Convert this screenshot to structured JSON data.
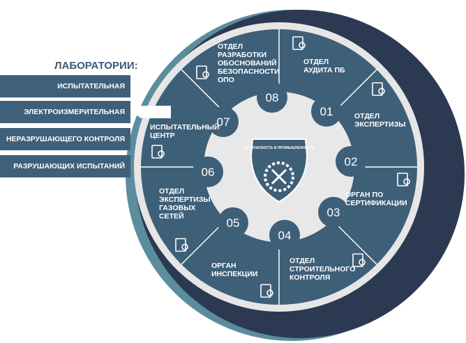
{
  "labs": {
    "title": "ЛАБОРАТОРИИ:",
    "items": [
      "ИСПЫТАТЕЛЬНАЯ",
      "ЭЛЕКТРОИЗМЕРИТЕЛЬНАЯ",
      "НЕРАЗРУШАЮЩЕГО КОНТРОЛЯ",
      "РАЗРУШАЮЩИХ ИСПЫТАНИЙ"
    ],
    "selected": "ЭЛЕКТРОИЗМЕРИТЕЛЬНАЯ"
  },
  "logo": {
    "text": "БЕЗОПАСНОСТЬ В ПРОМЫШЛЕННОСТИ"
  },
  "segments": [
    {
      "number": "01",
      "lines": [
        "ОТДЕЛ",
        "АУДИТА ПБ"
      ],
      "icon": "magnifier-document-icon"
    },
    {
      "number": "02",
      "lines": [
        "ОТДЕЛ",
        "ЭКСПЕРТИЗЫ"
      ],
      "icon": "magnifier-check-icon"
    },
    {
      "number": "03",
      "lines": [
        "ОРГАН ПО",
        "СЕРТИФИКАЦИИ"
      ],
      "icon": "certificate-icon"
    },
    {
      "number": "04",
      "lines": [
        "ОТДЕЛ",
        "СТРОИТЕЛЬНОГО",
        "КОНТРОЛЯ"
      ],
      "icon": "house-icon"
    },
    {
      "number": "05",
      "lines": [
        "ОРГАН",
        "ИНСПЕКЦИИ"
      ],
      "icon": "document-icon"
    },
    {
      "number": "06",
      "lines": [
        "ОТДЕЛ",
        "ЭКСПЕРТИЗЫ",
        "ГАЗОВЫХ",
        "СЕТЕЙ"
      ],
      "icon": "flame-icon"
    },
    {
      "number": "07",
      "lines": [
        "ИСПЫТАТЕЛЬНЫЙ",
        "ЦЕНТР"
      ],
      "icon": "tools-icon"
    },
    {
      "number": "08",
      "lines": [
        "ОТДЕЛ",
        "РАЗРАБОТКИ",
        "ОБОСНОВАНИЙ",
        "БЕЗОПАСНОСТИ",
        "ОПО"
      ],
      "icon": "stadium-icon"
    }
  ],
  "colors": {
    "segment": "#3e5f78",
    "dark": "#2b3a52",
    "teal": "#5b8d9d",
    "light": "#e8e8e8"
  }
}
